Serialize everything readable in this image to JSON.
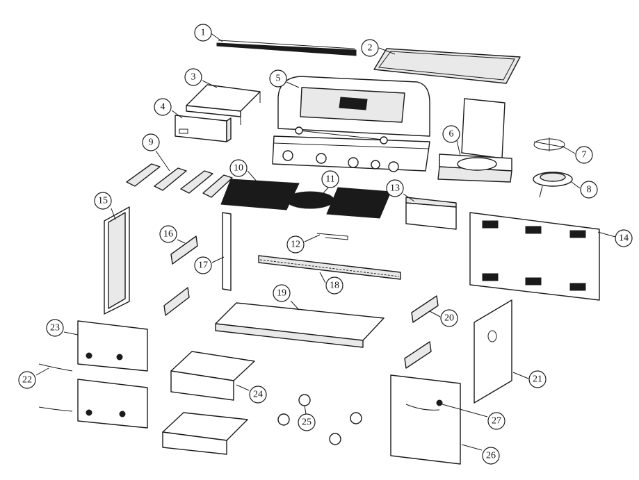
{
  "callouts": [
    {
      "n": "1"
    },
    {
      "n": "2"
    },
    {
      "n": "3"
    },
    {
      "n": "4"
    },
    {
      "n": "5"
    },
    {
      "n": "6"
    },
    {
      "n": "7"
    },
    {
      "n": "8"
    },
    {
      "n": "9"
    },
    {
      "n": "10"
    },
    {
      "n": "11"
    },
    {
      "n": "12"
    },
    {
      "n": "13"
    },
    {
      "n": "14"
    },
    {
      "n": "15"
    },
    {
      "n": "16"
    },
    {
      "n": "17"
    },
    {
      "n": "18"
    },
    {
      "n": "19"
    },
    {
      "n": "20"
    },
    {
      "n": "21"
    },
    {
      "n": "22"
    },
    {
      "n": "23"
    },
    {
      "n": "24"
    },
    {
      "n": "25"
    },
    {
      "n": "26"
    },
    {
      "n": "27"
    }
  ]
}
